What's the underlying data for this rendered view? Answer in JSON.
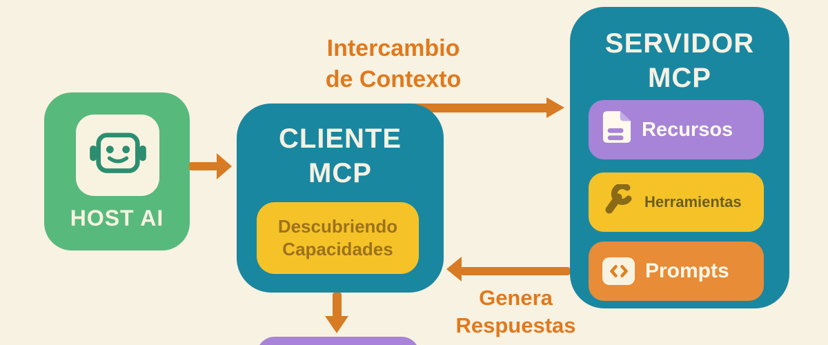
{
  "palette": {
    "background": "#f8f2e2",
    "green": "#58b97d",
    "teal": "#1a87a0",
    "yellow": "#f5c328",
    "purple": "#a784d7",
    "orange_badge": "#e88c37",
    "arrow_orange": "#d77b24",
    "label_orange": "#e0791c",
    "gold_text": "#9c721c",
    "cream": "#f8f3e0"
  },
  "host_box": {
    "label": "HOST AI",
    "icon": "robot-icon"
  },
  "client_box": {
    "title_line1": "CLIENTE",
    "title_line2": "MCP",
    "badge_line1": "Descubriendo",
    "badge_line2": "Capacidades"
  },
  "server_box": {
    "title_line1": "SERVIDOR",
    "title_line2": "MCP",
    "items": [
      {
        "label": "Recursos",
        "icon": "document-icon",
        "color": "#a784d7"
      },
      {
        "label": "Herramientas",
        "icon": "wrench-icon",
        "color": "#f5c328"
      },
      {
        "label": "Prompts",
        "icon": "code-icon",
        "color": "#e88c37"
      }
    ]
  },
  "flow_labels": {
    "context_line1": "Intercambio",
    "context_line2": "de Contexto",
    "responses_line1": "Genera",
    "responses_line2": "Respuestas"
  }
}
